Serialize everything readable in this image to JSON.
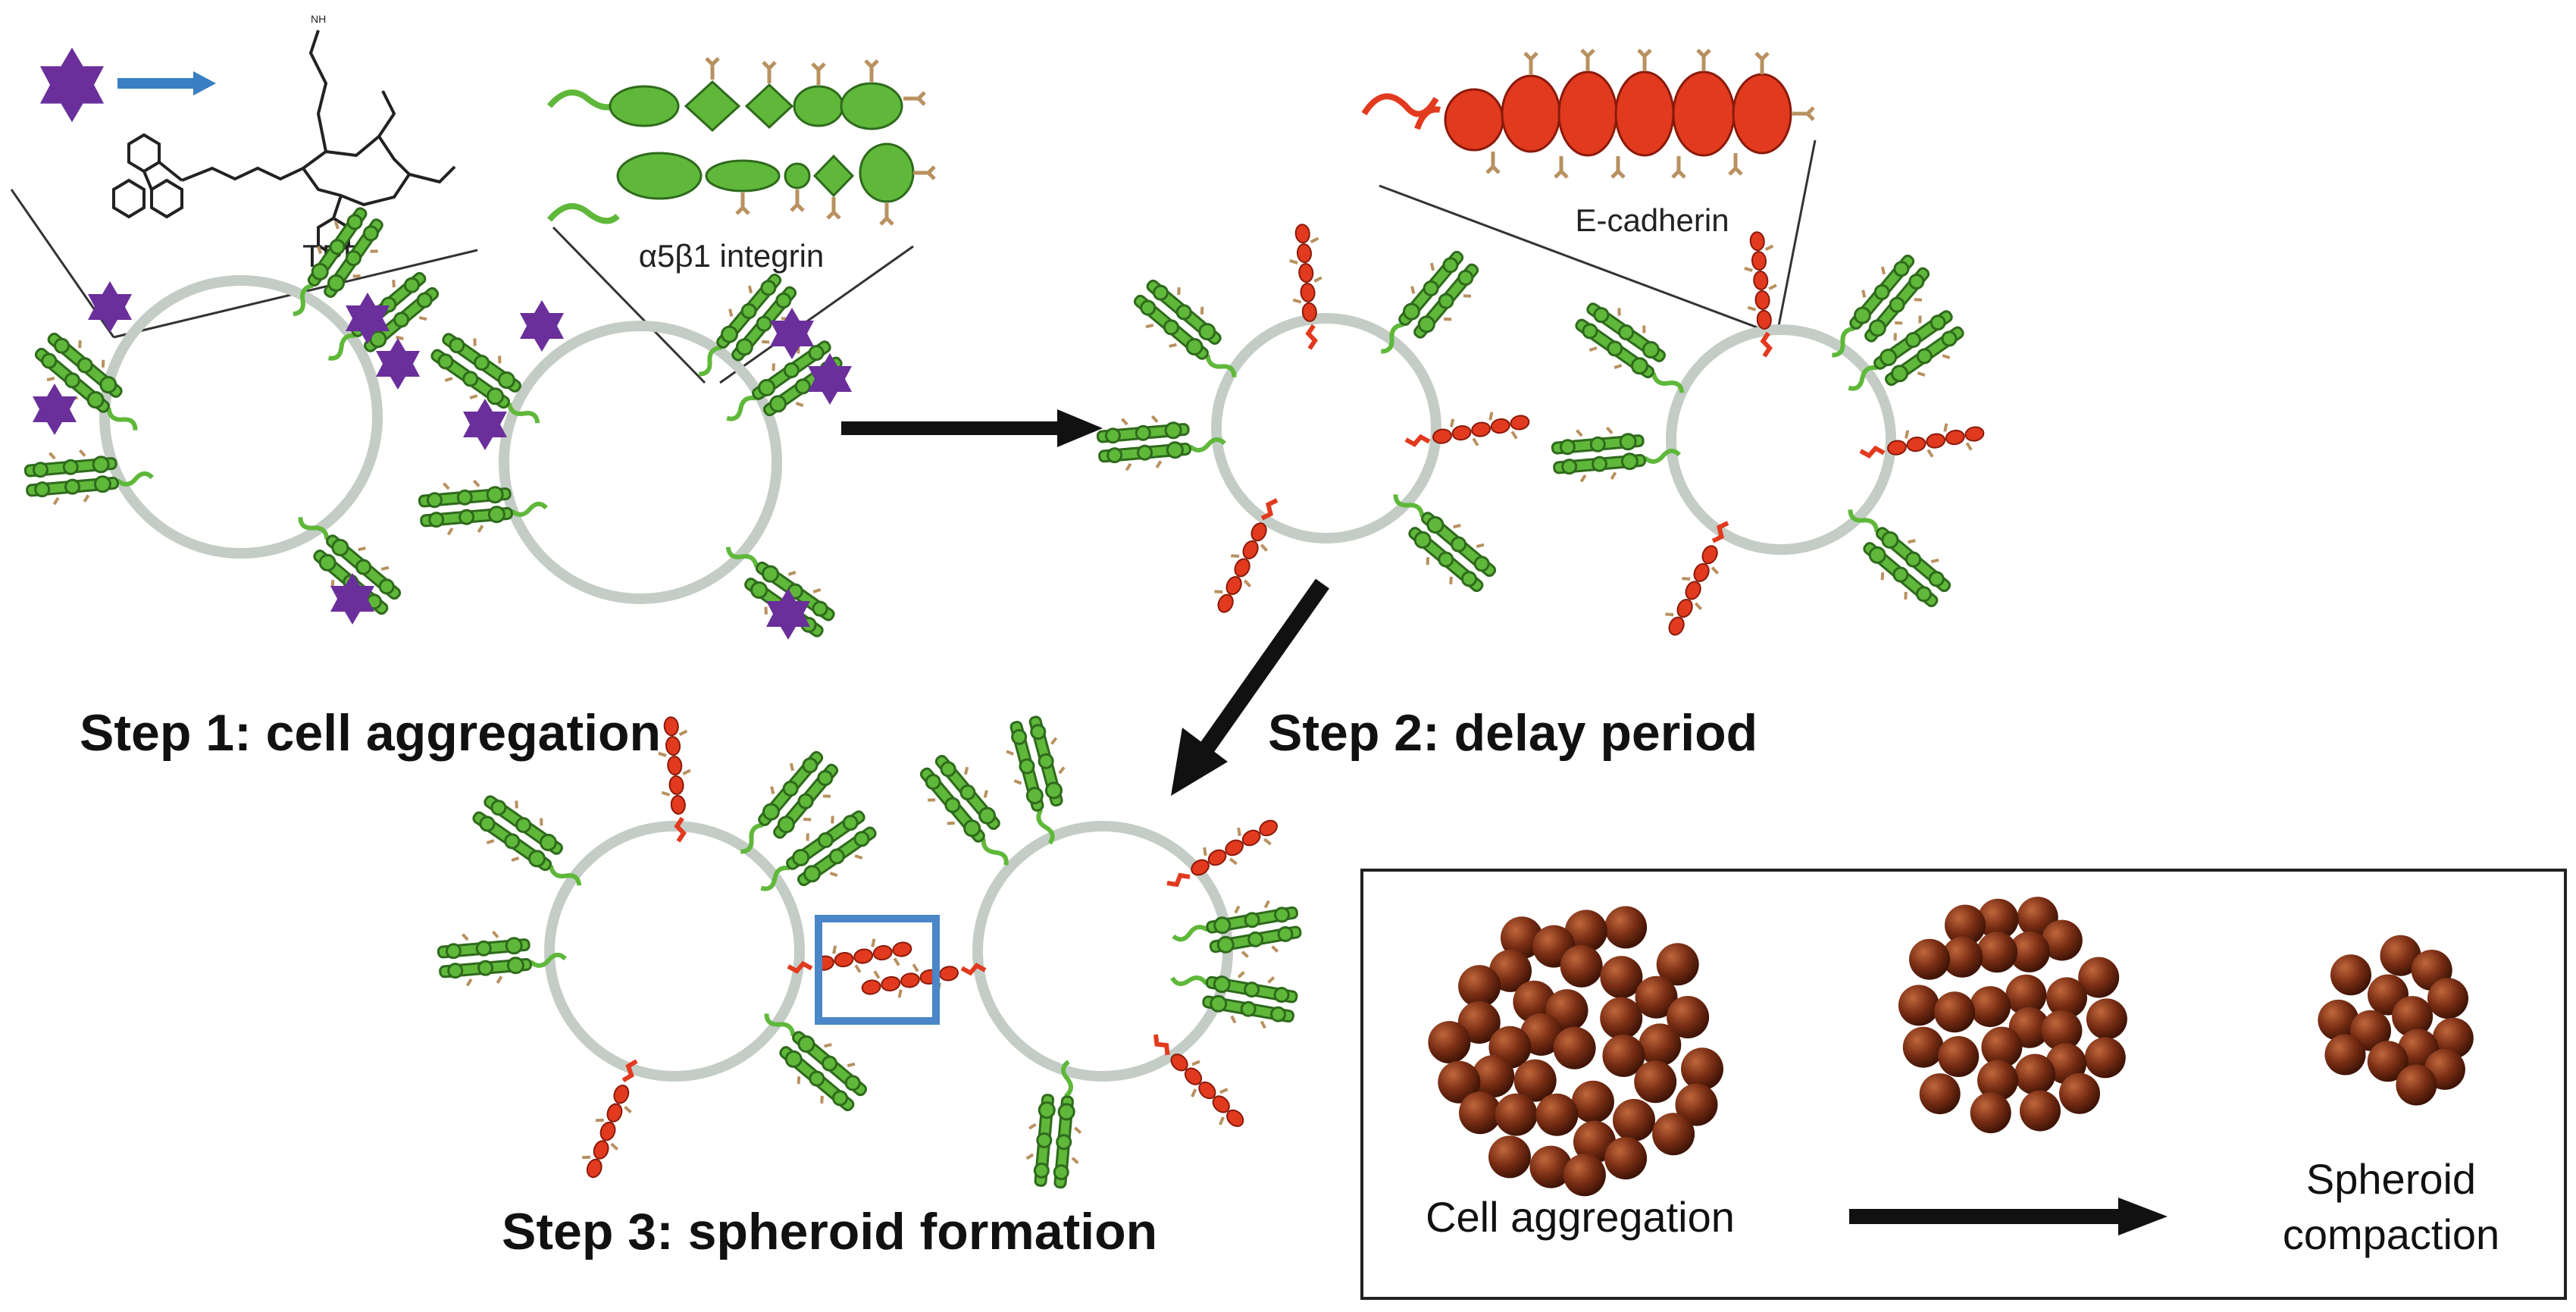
{
  "diagram": {
    "molecule_labels": {
      "tpp": "TPP",
      "integrin": "α5β1 integrin",
      "cadherin": "E-cadherin"
    },
    "steps": {
      "step1": "Step 1: cell aggregation",
      "step2": "Step 2: delay period",
      "step3": "Step 3: spheroid formation"
    },
    "inset": {
      "left_label": "Cell aggregation",
      "right_label_line1": "Spheroid",
      "right_label_line2": "compaction"
    },
    "colors": {
      "membrane": "#c3cdc6",
      "integrin": "#5fb83a",
      "integrin_dark": "#2f6a1c",
      "cadherin": "#e23a1e",
      "tpp_star": "#6a2f9a",
      "arrow": "#111111",
      "highlight_box": "#4a86c8",
      "bead": "#7a2e14",
      "glycan": "#b89160"
    },
    "icons": [
      "purple-star-icon",
      "blue-arrow-icon",
      "tpp-structure-icon"
    ]
  }
}
